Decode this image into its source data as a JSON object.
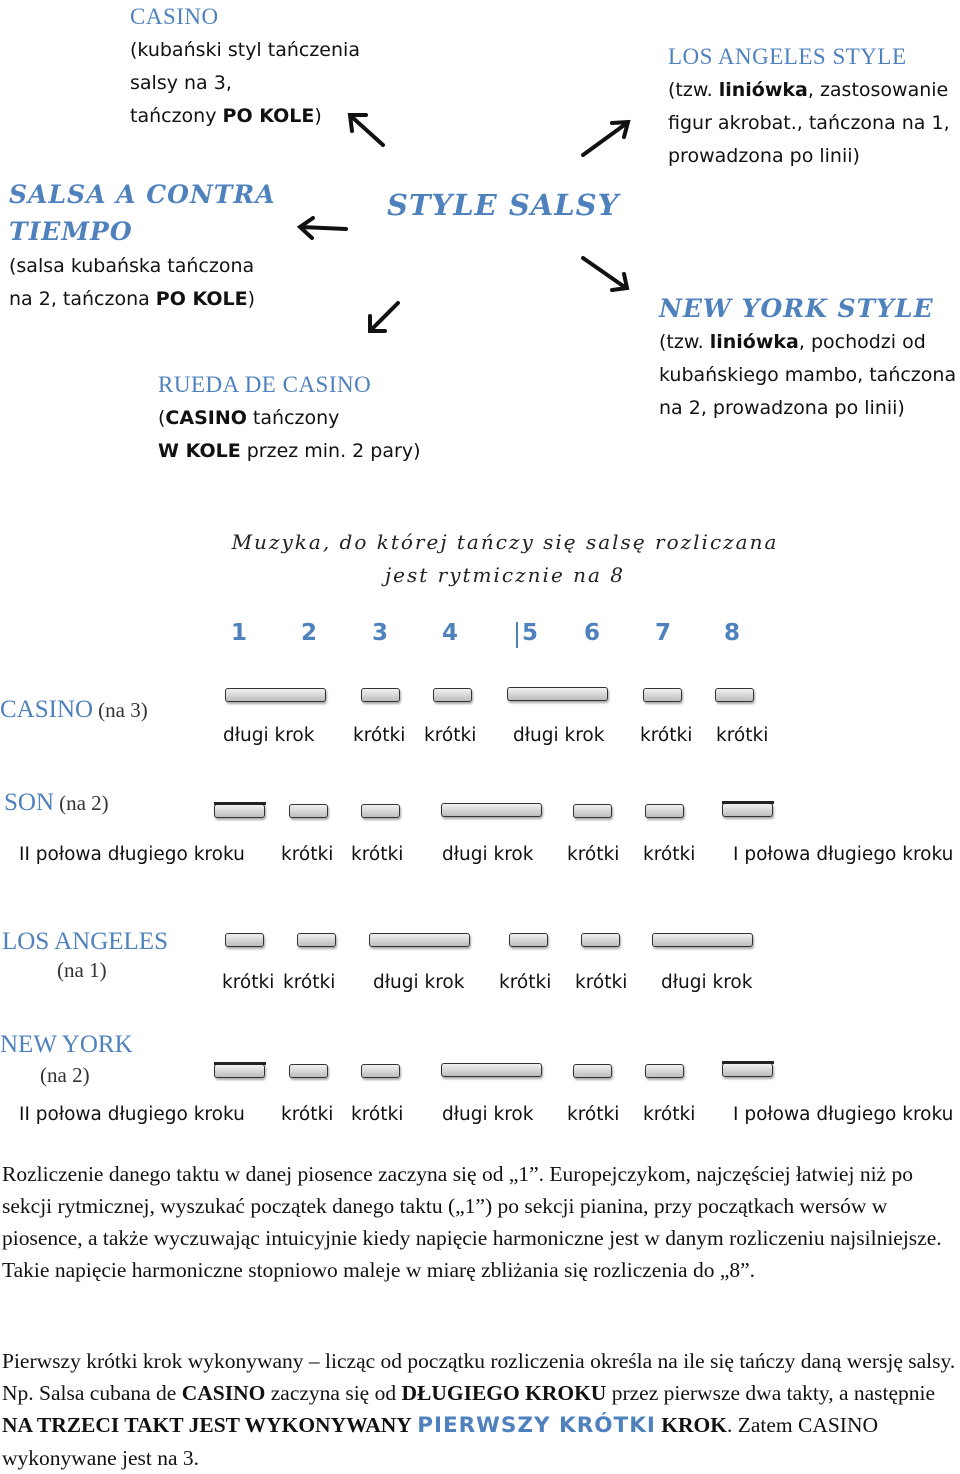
{
  "styles": {
    "center_title": "STYLE SALSY",
    "casino": {
      "title": "CASINO",
      "line1": "(kubański styl tańczenia",
      "line2": "salsy na 3,",
      "line3_pre": "tańczony ",
      "line3_bold": "PO KOLE",
      "line3_post": ")"
    },
    "la": {
      "title": "LOS ANGELES STYLE",
      "line1_pre": "(tzw. ",
      "line1_bold": "liniówka",
      "line1_post": ", zastosowanie",
      "line2": "figur akrobat., tańczona na 1,",
      "line3": "prowadzona po linii)"
    },
    "contra": {
      "title1": "SALSA A CONTRA",
      "title2": "TIEMPO",
      "line1": "(salsa kubańska tańczona",
      "line2_pre": "na 2, tańczona ",
      "line2_bold": "PO KOLE",
      "line2_post": ")"
    },
    "ny": {
      "title": "NEW YORK STYLE",
      "line1_pre": "(tzw. ",
      "line1_bold": "liniówka",
      "line1_post": ", pochodzi od",
      "line2": "kubańskiego mambo, tańczona",
      "line3": "na 2, prowadzona po linii)"
    },
    "rueda": {
      "title": "RUEDA DE CASINO",
      "line1_pre": "(",
      "line1_bold": "CASINO",
      "line1_post": " tańczony",
      "line2_bold": "W KOLE",
      "line2_post": " przez min. 2 pary)"
    }
  },
  "music": {
    "line1": "Muzyka, do której tańczy się salsę rozliczana",
    "line2": "jest rytmicznie na 8"
  },
  "beats": [
    "1",
    "2",
    "3",
    "4",
    "5",
    "6",
    "7",
    "8"
  ],
  "rows": {
    "casino": {
      "title": "CASINO",
      "sub": "(na 3)",
      "labels": [
        "długi krok",
        "krótki",
        "krótki",
        "długi krok",
        "krótki",
        "krótki"
      ]
    },
    "son": {
      "title": "SON",
      "sub": "(na 2)",
      "labels": [
        "II połowa długiego kroku",
        "krótki",
        "krótki",
        "długi krok",
        "krótki",
        "krótki",
        "I połowa długiego kroku"
      ]
    },
    "la": {
      "title": "LOS ANGELES",
      "sub": "(na 1)",
      "labels": [
        "krótki",
        "krótki",
        "długi krok",
        "krótki",
        "krótki",
        "długi krok"
      ]
    },
    "ny": {
      "title": "NEW YORK",
      "sub": "(na 2)",
      "labels": [
        "II połowa długiego kroku",
        "krótki",
        "krótki",
        "długi krok",
        "krótki",
        "krótki",
        "I połowa długiego kroku"
      ]
    }
  },
  "para1": "Rozliczenie danego taktu w danej piosence zaczyna się od „1”. Europejczykom, najczęściej łatwiej niż po sekcji rytmicznej, wyszukać początek danego taktu („1”) po sekcji pianina, przy początkach wersów w piosence, a także wyczuwając intuicyjnie kiedy napięcie harmoniczne jest w danym rozliczeniu najsilniejsze. Takie napięcie harmoniczne stopniowo maleje w miarę zbliżania się rozliczenia do „8”.",
  "para2": {
    "t1": "Pierwszy krótki krok wykonywany – licząc od początku rozliczenia określa na ile się tańczy daną wersję salsy. Np. Salsa cubana de ",
    "b1": "CASINO",
    "t2": " zaczyna się od ",
    "b2": "DŁUGIEGO KROKU",
    "t3": " przez pierwsze dwa takty, a następnie ",
    "b3": "NA TRZECI TAKT JEST WYKONYWANY",
    "blue": "PIERWSZY KRÓTKI",
    "b4": "KROK",
    "t4": ". Zatem CASINO wykonywane jest na 3."
  }
}
